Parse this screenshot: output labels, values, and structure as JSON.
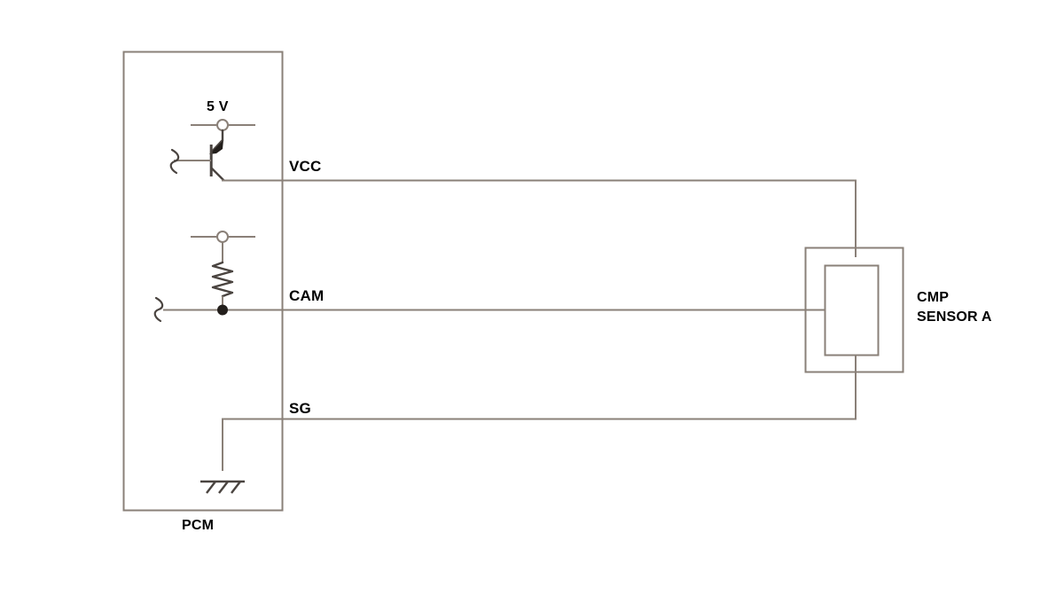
{
  "diagram": {
    "title": "CMP Sensor A circuit",
    "colors": {
      "wire": "#8a8078",
      "box_outline": "#8a8078",
      "text": "#000000",
      "background": "#ffffff",
      "node_fill": "#ffffff",
      "junction_dot": "#231f1c"
    },
    "modules": {
      "pcm": {
        "label": "PCM"
      },
      "sensor": {
        "label": "CMP\nSENSOR A",
        "line1": "CMP",
        "line2": "SENSOR A"
      }
    },
    "supply": {
      "label": "5 V"
    },
    "terminals": [
      {
        "name": "vcc",
        "label": "VCC"
      },
      {
        "name": "cam",
        "label": "CAM"
      },
      {
        "name": "sg",
        "label": "SG"
      }
    ],
    "components": [
      {
        "name": "transistor",
        "type": "bjt",
        "icon": "transistor-icon"
      },
      {
        "name": "pull-up-resistor",
        "type": "resistor",
        "icon": "resistor-icon"
      },
      {
        "name": "chassis-ground",
        "type": "ground",
        "icon": "ground-icon"
      },
      {
        "name": "supply-node",
        "type": "node",
        "icon": "node-circle-icon"
      },
      {
        "name": "resistor-node",
        "type": "node",
        "icon": "node-circle-icon"
      },
      {
        "name": "cam-junction",
        "type": "junction",
        "icon": "junction-dot-icon"
      },
      {
        "name": "vcc-wire-break",
        "type": "break",
        "icon": "wire-break-icon"
      },
      {
        "name": "cam-wire-break",
        "type": "break",
        "icon": "wire-break-icon"
      }
    ]
  }
}
